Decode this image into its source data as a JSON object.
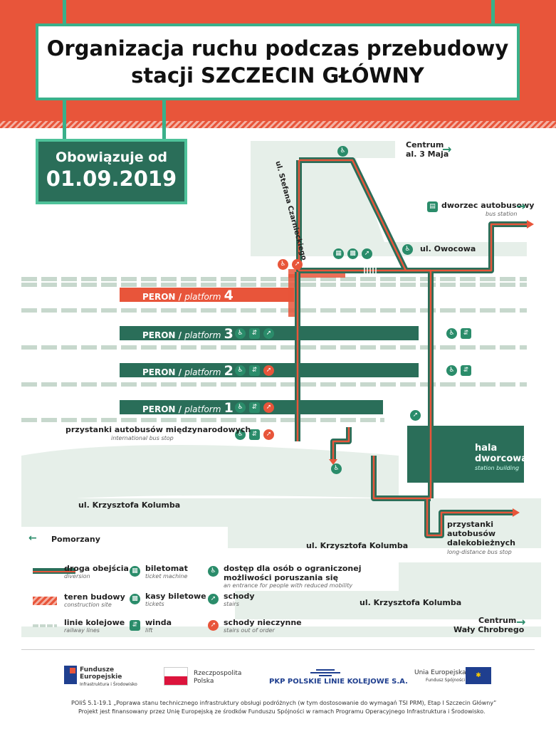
{
  "header": {
    "title_line1": "Organizacja ruchu podczas przebudowy",
    "title_line2": "stacji SZCZECIN GŁÓWNY",
    "valid_from_label": "Obowiązuje od",
    "valid_from_date": "01.09.2019"
  },
  "map": {
    "streets": {
      "czarnieckiego": "ul. Stefana Czarnieckiego",
      "owocowa": "ul. Owocowa",
      "kolumba": "ul. Krzysztofa Kolumba"
    },
    "destinations": {
      "centrum_3maja_l1": "Centrum",
      "centrum_3maja_l2": "al. 3 Maja",
      "bus_station": "dworzec autobusowy",
      "bus_station_en": "bus station",
      "pomorzany": "Pomorzany",
      "centrum_walow_l1": "Centrum",
      "centrum_walow_l2": "Wały Chrobrego"
    },
    "platforms": [
      {
        "prefix": "PERON",
        "en": "platform",
        "num": "4"
      },
      {
        "prefix": "PERON",
        "en": "platform",
        "num": "3"
      },
      {
        "prefix": "PERON",
        "en": "platform",
        "num": "2"
      },
      {
        "prefix": "PERON",
        "en": "platform",
        "num": "1"
      }
    ],
    "intl_bus": "przystanki autobusów międzynarodowych",
    "intl_bus_en": "international bus stop",
    "hall_l1": "hala",
    "hall_l2": "dworcowa",
    "hall_en": "station building",
    "ld_bus_l1": "przystanki",
    "ld_bus_l2": "autobusów",
    "ld_bus_l3": "dalekobieżnych",
    "ld_bus_en": "long-distance bus stop"
  },
  "legend": {
    "diversion": "droga obejścia",
    "diversion_en": "diversion",
    "construction": "teren budowy",
    "construction_en": "construction site",
    "railway": "linie kolejowe",
    "railway_en": "railway lines",
    "ticket_machine": "biletomat",
    "ticket_machine_en": "ticket machine",
    "tickets": "kasy biletowe",
    "tickets_en": "tickets",
    "lift": "winda",
    "lift_en": "lift",
    "access_l1": "dostęp dla osób o ograniczonej",
    "access_l2": "możliwości poruszania się",
    "access_en": "an entrance for people with reduced mobility",
    "stairs": "schody",
    "stairs_en": "stairs",
    "stairs_out": "schody nieczynne",
    "stairs_out_en": "stairs out of order"
  },
  "footer": {
    "fe_l1": "Fundusze",
    "fe_l2": "Europejskie",
    "fe_l3": "Infrastruktura i Środowisko",
    "rp_l1": "Rzeczpospolita",
    "rp_l2": "Polska",
    "pkp": "PKP POLSKIE LINIE KOLEJOWE S.A.",
    "ue_l1": "Unia Europejska",
    "ue_l2": "Fundusz Spójności",
    "note_l1": "POIiŚ 5.1-19.1 „Poprawa stanu technicznego infrastruktury obsługi podróżnych (w tym dostosowanie do wymagań TSI PRM), Etap I Szczecin Główny”",
    "note_l2": "Projekt jest finansowany przez Unię Europejską ze środków Funduszu Spójności w ramach Programu Operacyjnego Infrastruktura i Środowisko."
  },
  "colors": {
    "red": "#e8553a",
    "green": "#2a6e59",
    "mint": "#3ab08a",
    "track": "#e6efe9"
  }
}
